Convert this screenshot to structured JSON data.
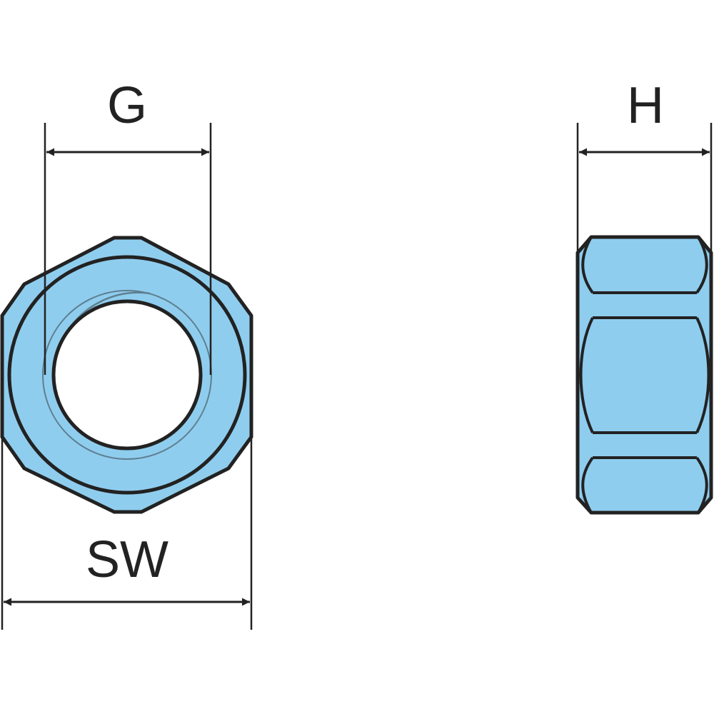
{
  "diagram": {
    "dimensions": {
      "g_label": "G",
      "h_label": "H",
      "sw_label": "SW"
    },
    "colors": {
      "part_fill": "#8fcdee",
      "outline": "#222222",
      "thread_line": "#5e7f90",
      "background": "#ffffff"
    }
  }
}
